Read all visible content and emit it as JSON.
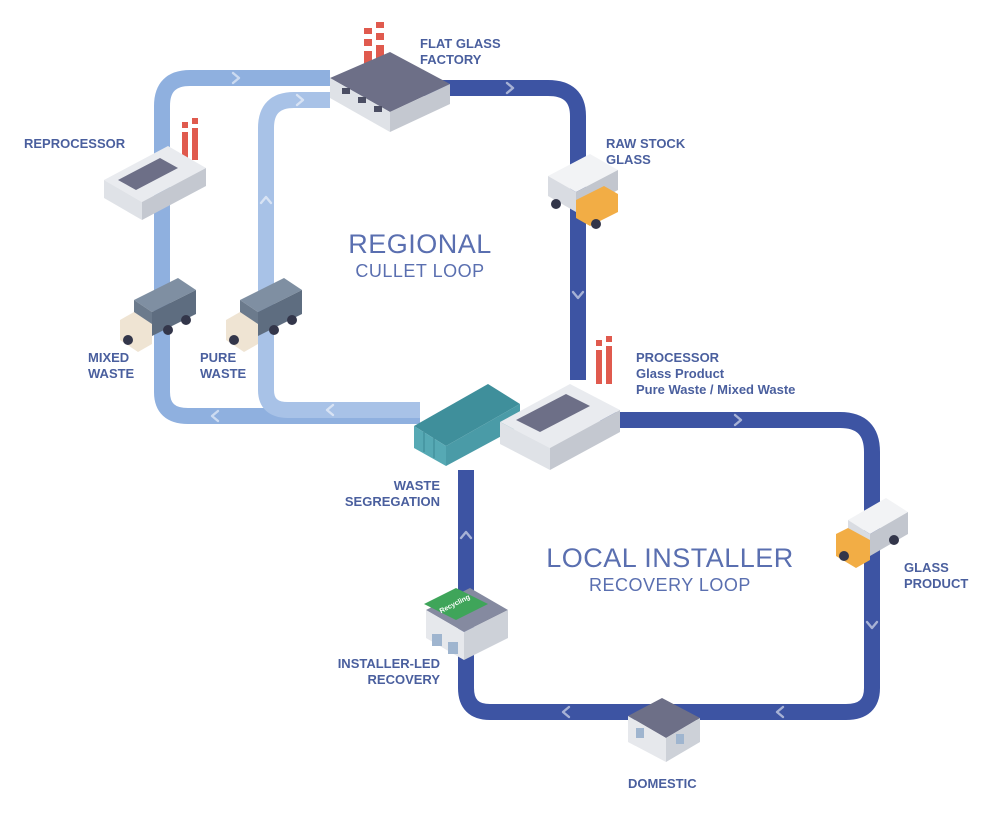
{
  "colors": {
    "regional_loop": "#8fb0df",
    "local_loop": "#3d54a3",
    "label_text": "#4a5f9e",
    "loop_title_text": "#5a6fb0",
    "factory_roof": "#6d6f87",
    "factory_wall": "#eef0f3",
    "truck_cab": "#f2ad45",
    "truck_box": "#e2e4e8",
    "waste_truck_box": "#6b7a8c",
    "skip": "#56a9b4",
    "chimney_stripe": "#e05a4e"
  },
  "loops": {
    "regional": {
      "line1": "REGIONAL",
      "line2": "CULLET LOOP"
    },
    "local": {
      "line1": "LOCAL INSTALLER",
      "line2": "RECOVERY LOOP"
    }
  },
  "nodes": {
    "flat_glass_factory": {
      "line1": "FLAT GLASS",
      "line2": "FACTORY"
    },
    "reprocessor": {
      "line1": "REPROCESSOR"
    },
    "raw_stock_glass": {
      "line1": "RAW STOCK",
      "line2": "GLASS"
    },
    "mixed_waste": {
      "line1": "MIXED",
      "line2": "WASTE"
    },
    "pure_waste": {
      "line1": "PURE",
      "line2": "WASTE"
    },
    "processor": {
      "title": "PROCESSOR",
      "sub1": "Glass Product",
      "sub2": "Pure Waste / Mixed Waste"
    },
    "waste_segregation": {
      "line1": "WASTE",
      "line2": "SEGREGATION"
    },
    "glass_product": {
      "line1": "GLASS",
      "line2": "PRODUCT"
    },
    "installer_led_recovery": {
      "line1": "INSTALLER-LED",
      "line2": "RECOVERY",
      "sign": "Recycling"
    },
    "domestic": {
      "line1": "DOMESTIC"
    }
  }
}
